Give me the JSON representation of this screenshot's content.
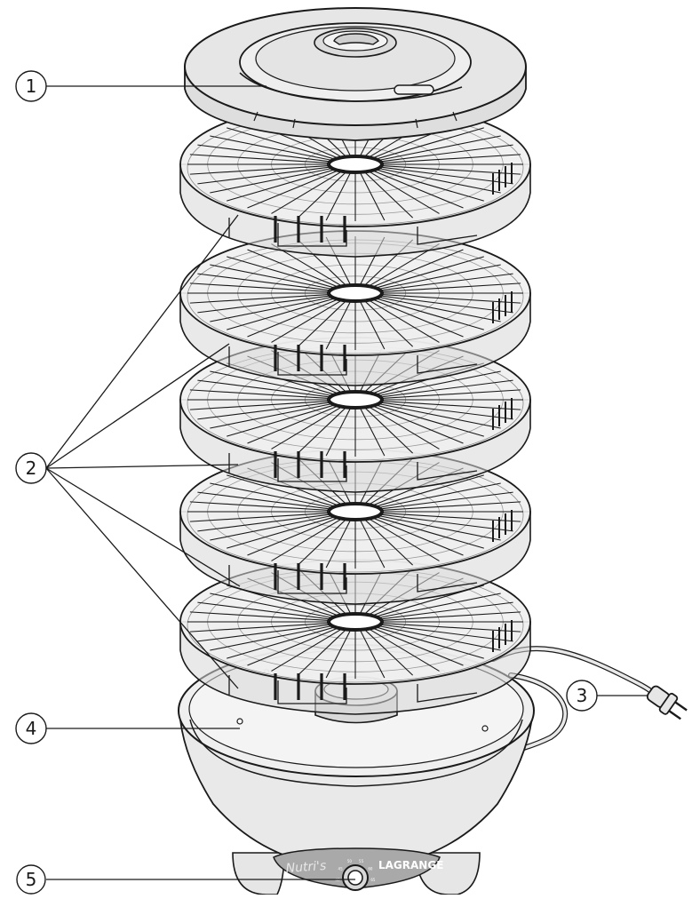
{
  "callouts": [
    {
      "id": "1",
      "label": "1"
    },
    {
      "id": "2",
      "label": "2"
    },
    {
      "id": "3",
      "label": "3"
    },
    {
      "id": "4",
      "label": "4"
    },
    {
      "id": "5",
      "label": "5"
    }
  ],
  "base": {
    "brand": "LAGRANGE",
    "model": "Nutri's",
    "knob_marks": [
      "35",
      "40",
      "45",
      "50",
      "55",
      "60",
      "65",
      "70"
    ]
  },
  "trays": {
    "count": 5
  },
  "colors": {
    "line": "#1a1a1a",
    "tray_fill": "#efefef",
    "tray_tint": "#d7d7d7",
    "lid_fill": "#e6e6e6",
    "base_fill": "#e9e9e9",
    "panel": "#a9a9a9"
  }
}
